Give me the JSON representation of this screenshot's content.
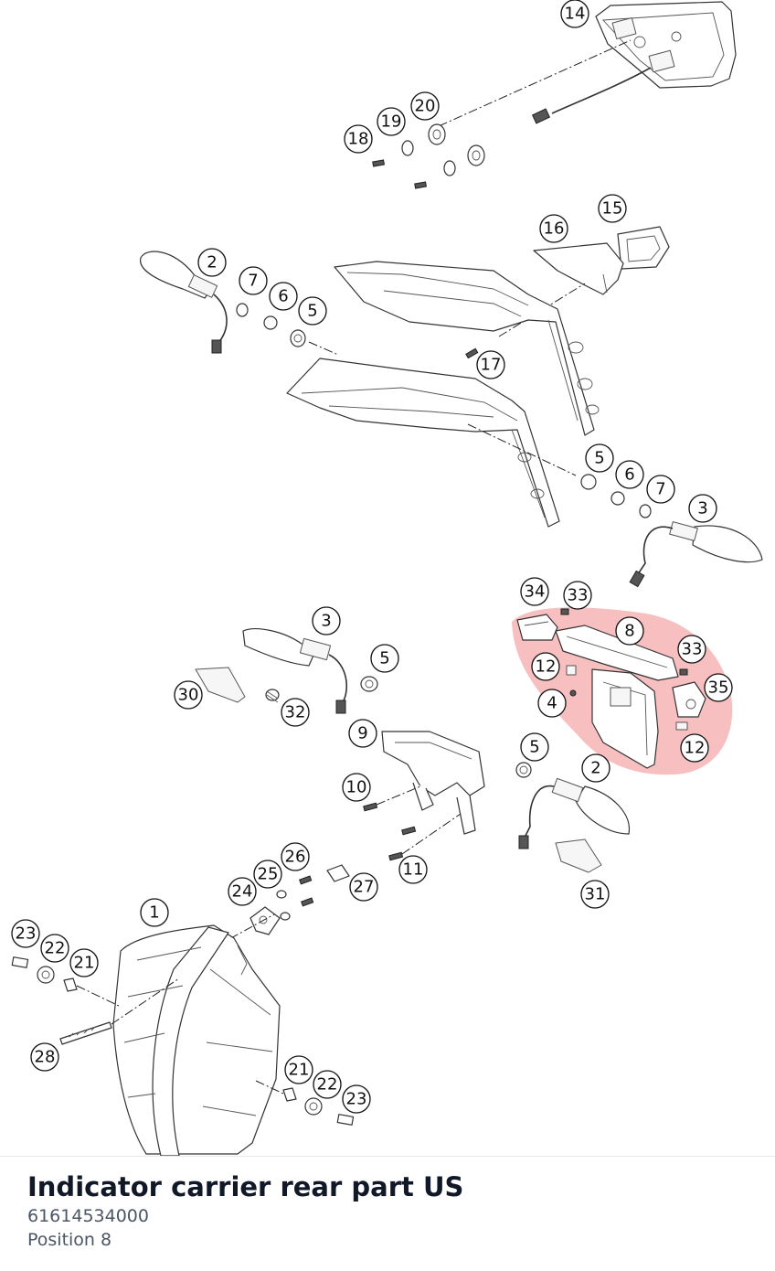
{
  "part": {
    "title": "Indicator carrier rear part US",
    "number": "61614534000",
    "position": "Position 8"
  },
  "highlight_color": "#f08080",
  "callouts": [
    "14",
    "20",
    "19",
    "18",
    "15",
    "16",
    "2",
    "7",
    "6",
    "5",
    "17",
    "5",
    "6",
    "7",
    "3",
    "34",
    "33",
    "8",
    "33",
    "12",
    "35",
    "4",
    "12",
    "3",
    "5",
    "30",
    "32",
    "9",
    "5",
    "10",
    "2",
    "11",
    "31",
    "26",
    "25",
    "24",
    "27",
    "1",
    "23",
    "22",
    "21",
    "28",
    "21",
    "22",
    "23"
  ]
}
